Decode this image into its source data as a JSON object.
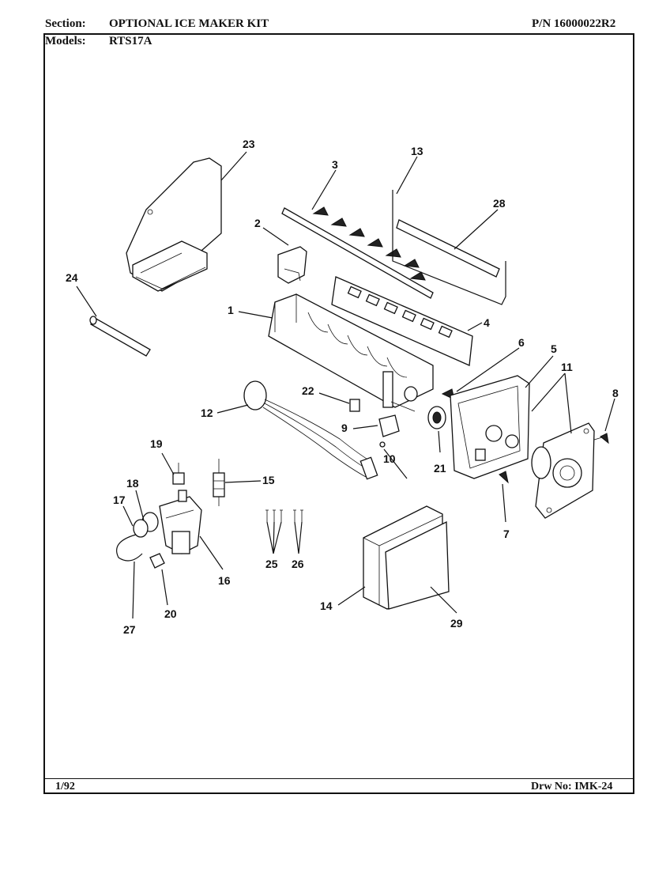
{
  "header": {
    "section_label": "Section:",
    "section_value": "OPTIONAL ICE MAKER KIT",
    "models_label": "Models:",
    "models_value": "RTS17A",
    "part_number": "P/N 16000022R2"
  },
  "footer": {
    "date": "1/92",
    "drawing_number": "Drw No: IMK-24"
  },
  "callouts": {
    "c1": "1",
    "c2": "2",
    "c3": "3",
    "c4": "4",
    "c5": "5",
    "c6": "6",
    "c7": "7",
    "c8": "8",
    "c9": "9",
    "c10": "10",
    "c11": "11",
    "c12": "12",
    "c13": "13",
    "c14": "14",
    "c15": "15",
    "c16": "16",
    "c17": "17",
    "c18": "18",
    "c19": "19",
    "c20": "20",
    "c21": "21",
    "c22": "22",
    "c23": "23",
    "c24": "24",
    "c25": "25",
    "c26": "26",
    "c27": "27",
    "c28": "28",
    "c29": "29"
  }
}
